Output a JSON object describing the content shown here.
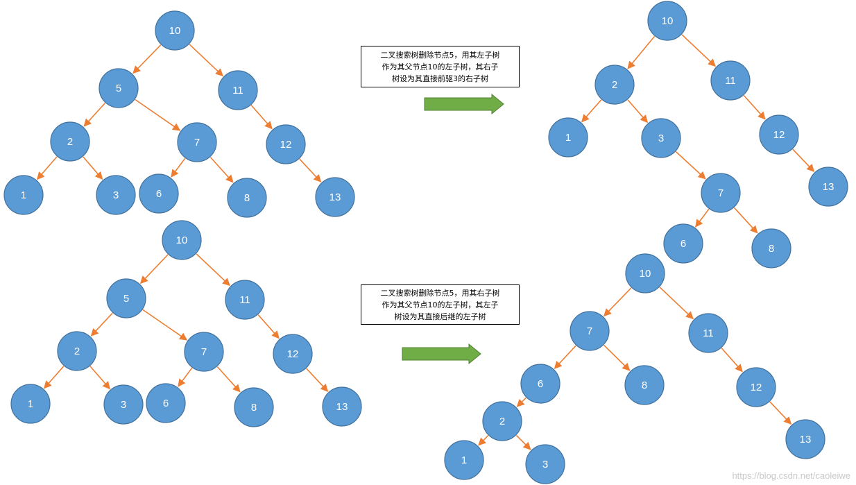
{
  "colors": {
    "node_fill": "#5b9bd5",
    "node_stroke": "#41719c",
    "node_text": "#ffffff",
    "edge": "#ed7d31",
    "arrow_fill": "#70ad47",
    "arrow_stroke": "#507e32"
  },
  "notes": [
    {
      "lines": [
        "二叉搜索树删除节点5，用其左子树",
        "作为其父节点10的左子树，其右子",
        "树设为其直接前驱3的右子树"
      ]
    },
    {
      "lines": [
        "二叉搜索树删除节点5，用其右子树",
        "作为其父节点10的左子树，其左子",
        "树设为其直接后继的左子树"
      ]
    }
  ],
  "trees": [
    {
      "id": "original-top",
      "nodes": [
        "10",
        "5",
        "11",
        "2",
        "7",
        "12",
        "1",
        "3",
        "6",
        "8",
        "13"
      ],
      "edges": [
        [
          "10",
          "5"
        ],
        [
          "10",
          "11"
        ],
        [
          "5",
          "2"
        ],
        [
          "5",
          "7"
        ],
        [
          "11",
          "12"
        ],
        [
          "2",
          "1"
        ],
        [
          "2",
          "3"
        ],
        [
          "7",
          "6"
        ],
        [
          "7",
          "8"
        ],
        [
          "12",
          "13"
        ]
      ]
    },
    {
      "id": "result-predecessor",
      "nodes": [
        "10",
        "2",
        "11",
        "1",
        "3",
        "12",
        "7",
        "13",
        "6",
        "8"
      ],
      "edges": [
        [
          "10",
          "2"
        ],
        [
          "10",
          "11"
        ],
        [
          "2",
          "1"
        ],
        [
          "2",
          "3"
        ],
        [
          "11",
          "12"
        ],
        [
          "3",
          "7"
        ],
        [
          "12",
          "13"
        ],
        [
          "7",
          "6"
        ],
        [
          "7",
          "8"
        ]
      ]
    },
    {
      "id": "original-bottom",
      "nodes": [
        "10",
        "5",
        "11",
        "2",
        "7",
        "12",
        "1",
        "3",
        "6",
        "8",
        "13"
      ],
      "edges": [
        [
          "10",
          "5"
        ],
        [
          "10",
          "11"
        ],
        [
          "5",
          "2"
        ],
        [
          "5",
          "7"
        ],
        [
          "11",
          "12"
        ],
        [
          "2",
          "1"
        ],
        [
          "2",
          "3"
        ],
        [
          "7",
          "6"
        ],
        [
          "7",
          "8"
        ],
        [
          "12",
          "13"
        ]
      ]
    },
    {
      "id": "result-successor",
      "nodes": [
        "10",
        "7",
        "11",
        "6",
        "8",
        "12",
        "2",
        "13",
        "1",
        "3"
      ],
      "edges": [
        [
          "10",
          "7"
        ],
        [
          "10",
          "11"
        ],
        [
          "7",
          "6"
        ],
        [
          "7",
          "8"
        ],
        [
          "11",
          "12"
        ],
        [
          "6",
          "2"
        ],
        [
          "12",
          "13"
        ],
        [
          "2",
          "1"
        ],
        [
          "2",
          "3"
        ]
      ]
    }
  ],
  "watermark": "https://blog.csdn.net/caoleiwe"
}
